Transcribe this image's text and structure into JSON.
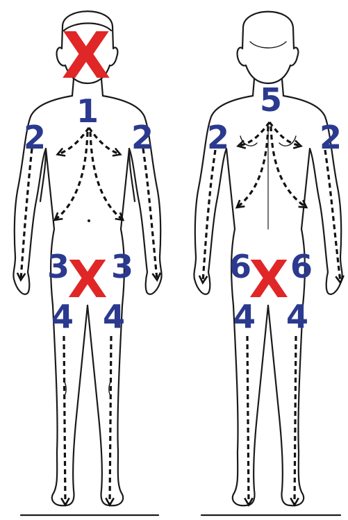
{
  "colors": {
    "number": "#2b3a8e",
    "cross": "#e02626",
    "outline": "#1a1a1a"
  },
  "front": {
    "cross_head": "X",
    "cross_groin": "X",
    "label_chest": "1",
    "label_arm_right": "2",
    "label_arm_left": "2",
    "label_hip_right": "3",
    "label_hip_left": "3",
    "label_leg_right": "4",
    "label_leg_left": "4"
  },
  "back": {
    "cross_buttocks": "X",
    "label_upper_back": "5",
    "label_arm_left": "2",
    "label_arm_right": "2",
    "label_buttock_left": "6",
    "label_buttock_right": "6",
    "label_leg_left": "4",
    "label_leg_right": "4"
  }
}
